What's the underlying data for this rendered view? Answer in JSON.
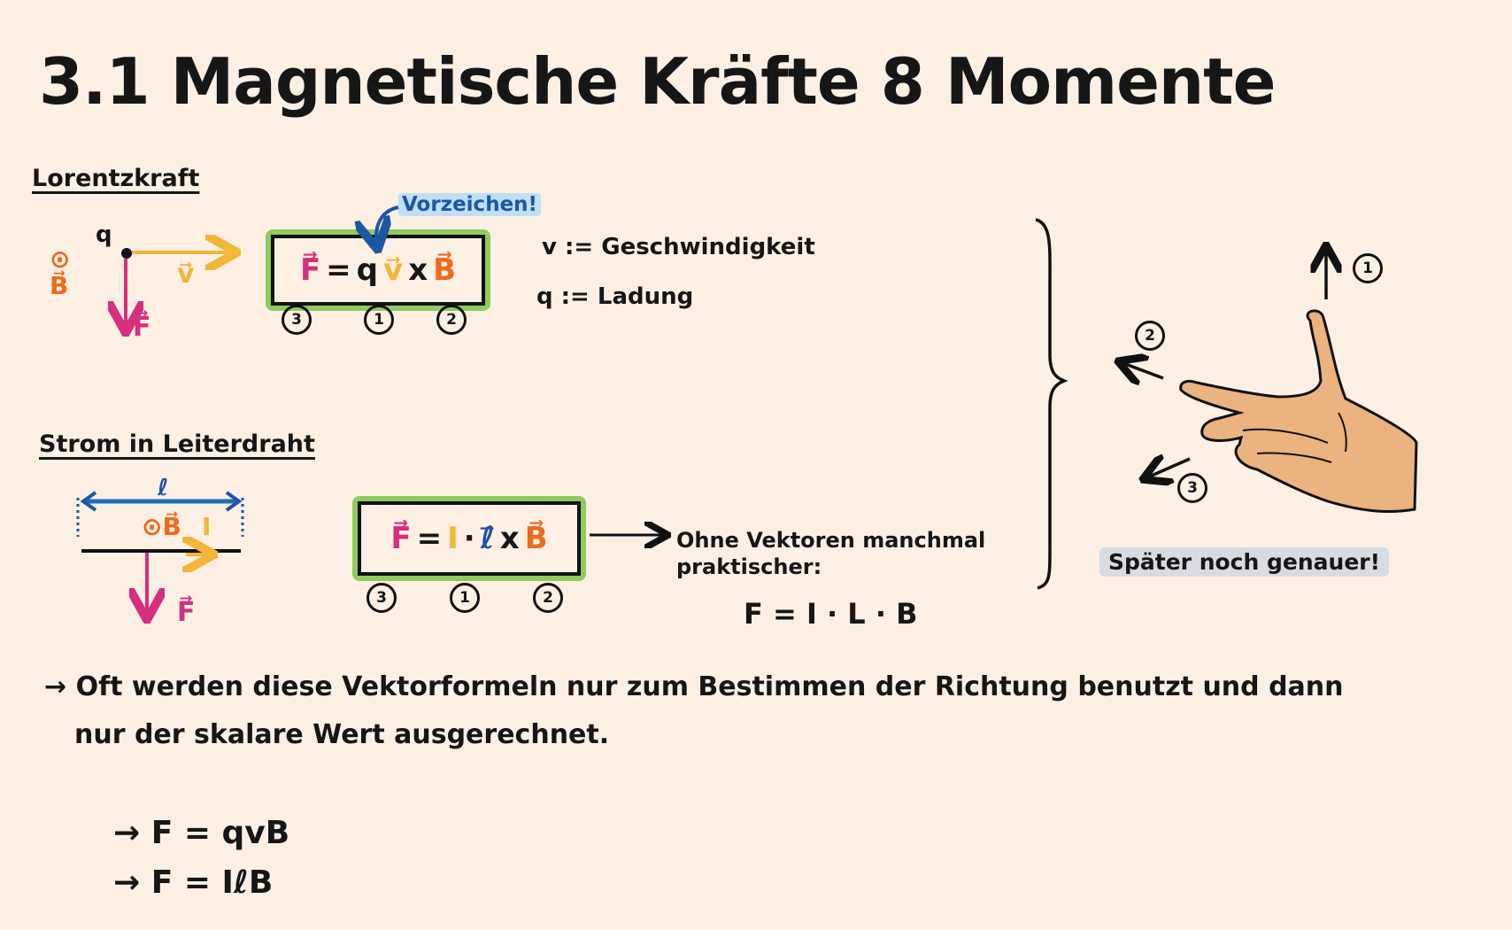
{
  "title": "3.1 Magnetische Kräfte 8 Momente",
  "lorentz": {
    "heading": "Lorentzkraft",
    "charge_label": "q",
    "b_symbol": "⊙",
    "b_label": "B⃗",
    "v_label": "v⃗",
    "f_label": "F⃗",
    "formula": {
      "F": "F⃗",
      "eq": "=",
      "q": "q",
      "v": "v⃗",
      "x": "x",
      "B": "B⃗"
    },
    "sign_note": "Vorzeichen!",
    "order": [
      "3",
      "1",
      "2"
    ],
    "defs": [
      "v := Geschwindigkeit",
      "q := Ladung"
    ]
  },
  "wire": {
    "heading": "Strom in Leiterdraht",
    "length_label": "ℓ",
    "b_label": "⊙B⃗",
    "i_label": "I",
    "f_label": "F⃗",
    "formula": {
      "F": "F⃗",
      "eq": "=",
      "I": "I",
      "dot": "·",
      "l": "ℓ⃗",
      "x": "x",
      "B": "B⃗"
    },
    "order": [
      "3",
      "1",
      "2"
    ],
    "arrow_note_1": "Ohne Vektoren manchmal",
    "arrow_note_2": "praktischer:",
    "scalar_formula": "F = I · L · B"
  },
  "hand": {
    "labels": [
      "1",
      "2",
      "3"
    ],
    "later_note": "Später noch genauer!"
  },
  "conclusion": {
    "line1": "→ Oft werden diese Vektorformeln nur zum Bestimmen der Richtung  benutzt und dann",
    "line2": "nur der skalare Wert ausgerechnet.",
    "formulas": [
      "→  F  =  qvB",
      "→  F  =  IℓB"
    ]
  },
  "colors": {
    "background": "#fcefe4",
    "force": "#d52f7e",
    "velocity": "#f4b637",
    "field": "#ec6b1d",
    "length": "#1d4fa0",
    "box_green": "#8fcb5e",
    "skin": "#eab37f"
  }
}
